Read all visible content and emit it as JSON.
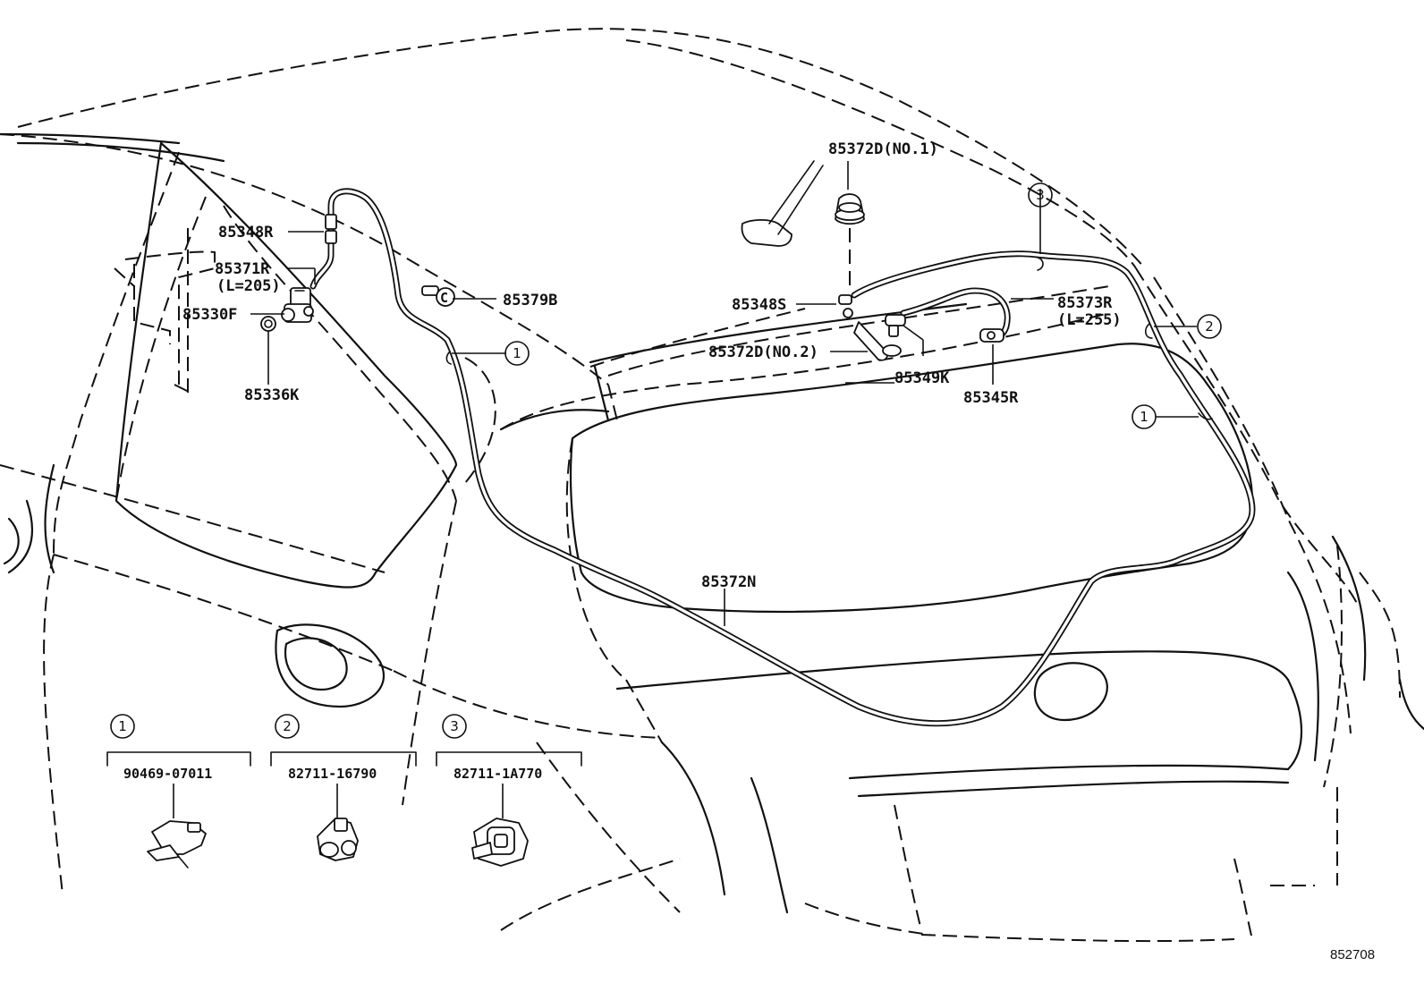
{
  "labels": {
    "p85372d_no1": "85372D(NO.1)",
    "p85348r": "85348R",
    "p85371r": "85371R",
    "p85371r_len": "(L=205)",
    "p85330f": "85330F",
    "p85336k": "85336K",
    "p85379b": "85379B",
    "p85348s": "85348S",
    "p85373r": "85373R",
    "p85373r_len": "(L=255)",
    "p85372d_no2": "85372D(NO.2)",
    "p85349k": "85349K",
    "p85345r": "85345R",
    "p85372n": "85372N"
  },
  "callouts": {
    "c1": "1",
    "c2": "2",
    "c3": "3"
  },
  "legend": [
    {
      "num": "1",
      "part": "90469-07011"
    },
    {
      "num": "2",
      "part": "82711-16790"
    },
    {
      "num": "3",
      "part": "82711-1A770"
    }
  ],
  "figure_ref": "852708"
}
